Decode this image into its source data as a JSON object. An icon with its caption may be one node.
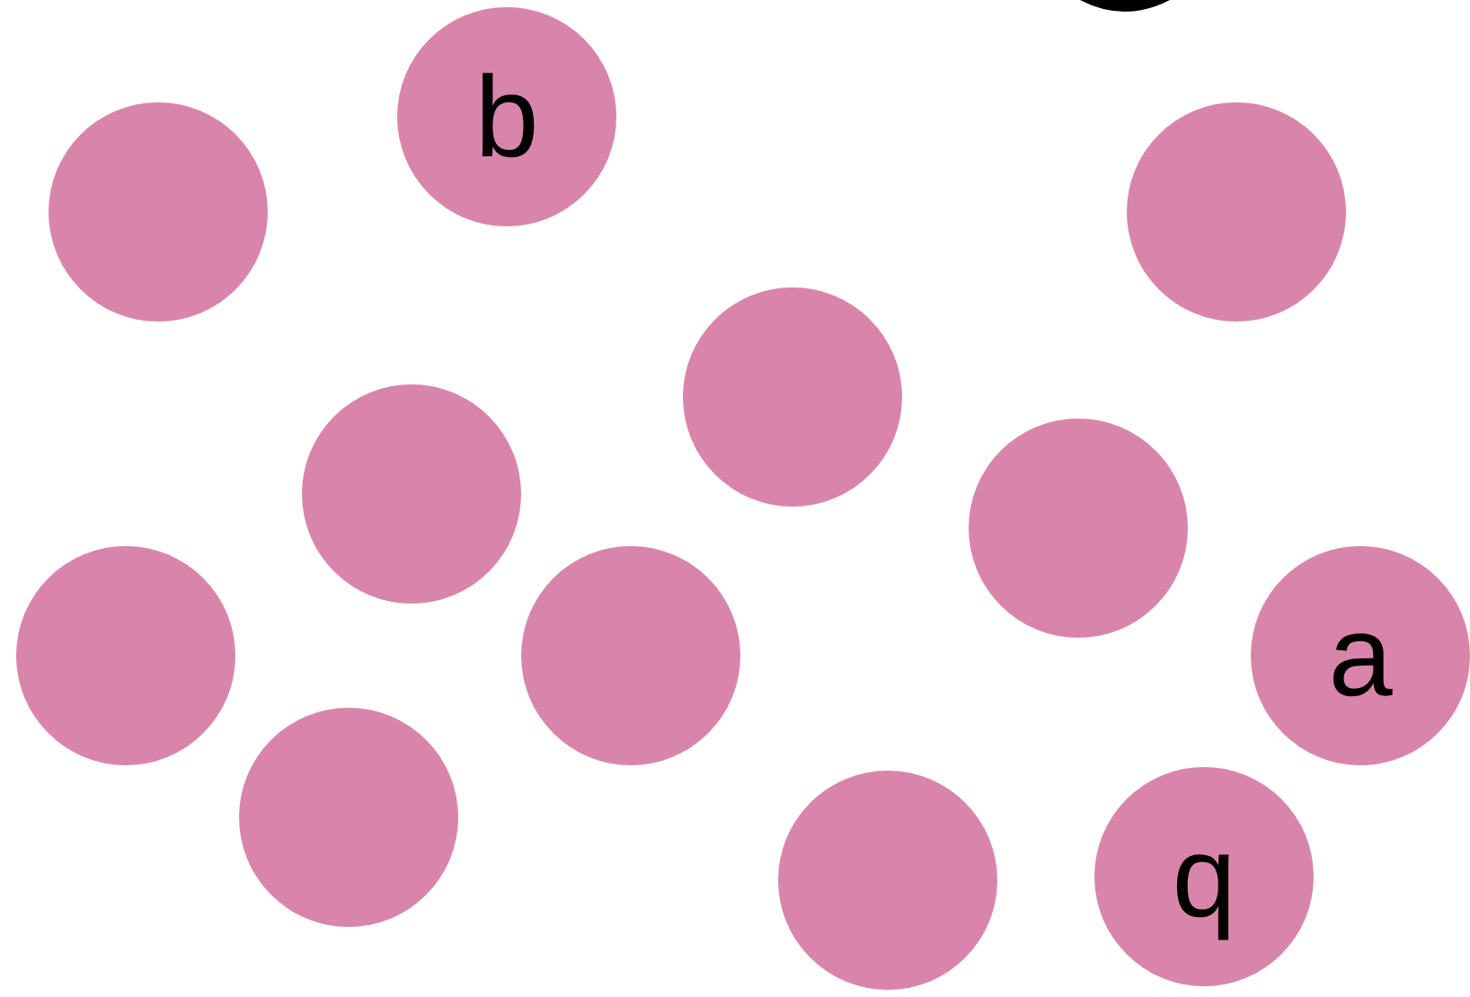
{
  "diagram": {
    "nodes": [
      {
        "text": [
          "b"
        ]
      },
      {
        "text": [],
        "shape": "circle"
      },
      {
        "text": [],
        "shape": "circle"
      },
      {
        "text": [],
        "shape": "circle"
      },
      {
        "text": [],
        "shape": "circle"
      },
      {
        "text": [],
        "shape": "circle"
      },
      {
        "text": [],
        "shape": "circle"
      },
      {
        "text": [],
        "shape": "circle"
      },
      {
        "text": [
          "a"
        ]
      },
      {
        "text": [],
        "shape": "circle"
      },
      {
        "text": [
          "q"
        ]
      },
      {
        "text": [],
        "shape": "circle"
      }
    ]
  }
}
